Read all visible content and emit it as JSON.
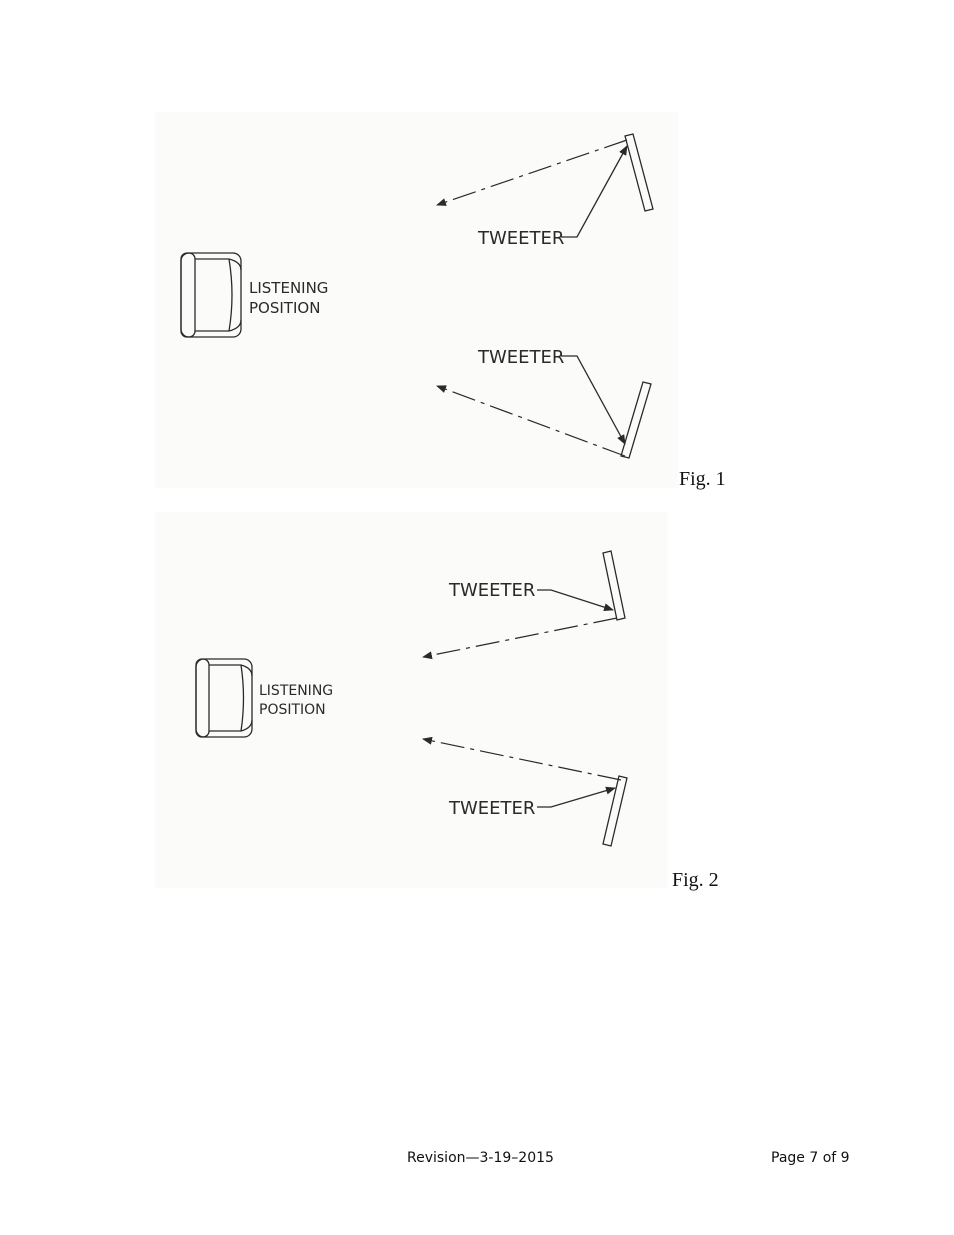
{
  "figures": [
    {
      "caption": "Fig. 1",
      "listening_label_line1": "LISTENING",
      "listening_label_line2": "POSITION",
      "tweeter_label_top": "TWEETER",
      "tweeter_label_bottom": "TWEETER"
    },
    {
      "caption": "Fig. 2",
      "listening_label_line1": "LISTENING",
      "listening_label_line2": "POSITION",
      "tweeter_label_top": "TWEETER",
      "tweeter_label_bottom": "TWEETER"
    }
  ],
  "footer": {
    "revision": "Revision—3-19–2015",
    "page": "Page 7 of 9"
  }
}
